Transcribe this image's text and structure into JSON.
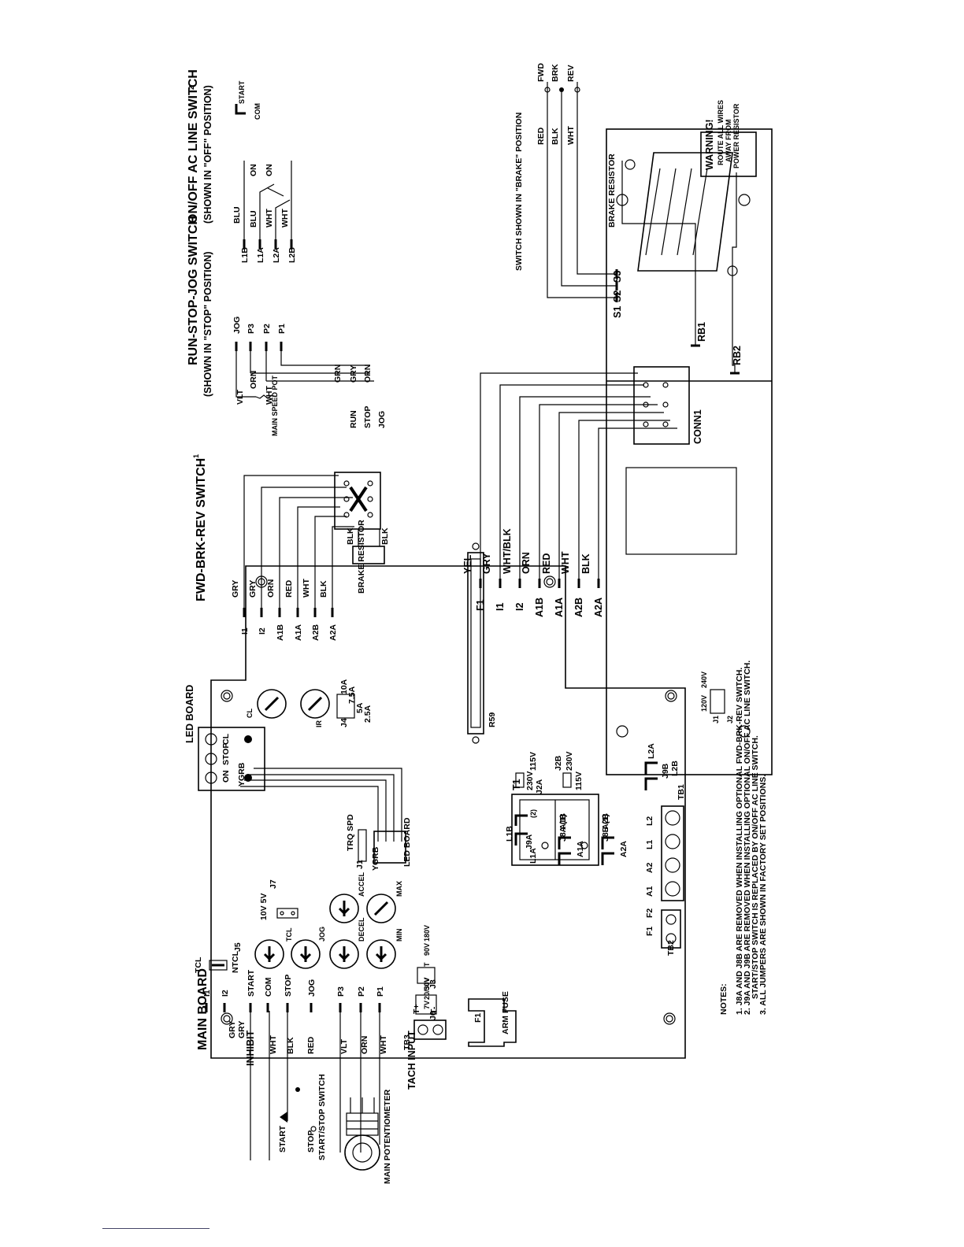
{
  "main_board": {
    "title": "MAIN BOARD",
    "led_board_title": "LED BOARD",
    "led_board_conn": "LED BOARD",
    "led_labels": [
      "ON",
      "STOP",
      "CL"
    ],
    "led_wire_letters": "YGRB",
    "led_conn_letters": "YGRB",
    "trq_spd": "TRQ SPD",
    "j1": "J1",
    "j4_label": "J4",
    "j4_options": [
      "10A",
      "7.5A",
      "5A",
      "2.5A"
    ],
    "j5": "J5",
    "tcl": "TCL",
    "ntcl": "NTCL",
    "j7": "J7",
    "j7_options": "10V 5V",
    "pots": [
      "TCL",
      "JOG",
      "DECEL",
      "ACCEL",
      "MIN",
      "MAX",
      "CL",
      "IR"
    ],
    "j3": "J3",
    "j3_options": [
      "180V",
      "90V",
      "T"
    ],
    "j6": "J6",
    "j6_options": [
      "50V",
      "20/30V",
      "7V"
    ],
    "tb3": "TB3",
    "tb3_terms": [
      "T+",
      "T-"
    ],
    "tach_input": "TACH INPUT",
    "arm_fuse": "ARM FUSE",
    "f1": "F1",
    "t1": "T1",
    "r59": "R59",
    "tb2": "TB2",
    "tb2_terms": [
      "F1",
      "F2"
    ],
    "tb1": "TB1",
    "tb1_terms": [
      "A1",
      "A2",
      "L1",
      "L2"
    ],
    "j2a": "J2A",
    "j2a_options": [
      "115V",
      "230V"
    ],
    "j2b": "J2B",
    "j2b_options": [
      "230V",
      "115V"
    ],
    "j2a_marker": "(2)",
    "j9a": "J9A",
    "j9a_terms": [
      "L1B",
      "L1A"
    ],
    "j8a": "J8A (1)",
    "j8a_terms": [
      "A1B",
      "A1A"
    ],
    "j8b": "J8B (1)",
    "j8b_terms": [
      "A2B",
      "A2A"
    ],
    "j9b": "J9B",
    "j9b_terms": [
      "L2A",
      "L2B"
    ],
    "left_terms": [
      "I1",
      "I2",
      "START",
      "COM",
      "STOP",
      "JOG",
      "P3",
      "P2",
      "P1"
    ],
    "inhibit": "INHIBIT",
    "gry": "GRY",
    "wire_colors_left": [
      "WHT",
      "BLK",
      "RED",
      "VLT",
      "ORN",
      "WHT"
    ],
    "start_label": "START",
    "stop_label": "STOP",
    "start_stop_switch": "START/STOP SWITCH",
    "main_pot": "MAIN POTENTIOMETER"
  },
  "notes": {
    "title": "NOTES:",
    "lines": [
      "1. J8A AND J8B ARE REMOVED WHEN INSTALLING OPTIONAL FWD-BRK-REV SWITCH.",
      "2. J9A AND J9B ARE REMOVED WHEN INSTALLING OPTIONAL ON/OFF AC LINE SWITCH.",
      "START/STOP SWITCH IS REPLACED BY ON/OFF AC LINE SWITCH.",
      "3. ALL JUMPERS ARE SHOWN IN FACTORY SET POSITIONS."
    ]
  },
  "fwd_switch": {
    "title": "FWD-BRK-REV SWITCH",
    "sup": "1",
    "terms": [
      "I1",
      "I2",
      "A1B",
      "A1A",
      "A2B",
      "A2A"
    ],
    "wires": [
      "GRY",
      "GRY",
      "ORN",
      "RED",
      "WHT",
      "BLK"
    ],
    "blk": "BLK",
    "brake_resistor": "BRAKE RESISTOR"
  },
  "run_switch": {
    "title": "RUN-STOP-JOG SWITCH",
    "subtitle": "(SHOWN IN \"STOP\" POSITION)",
    "terms": [
      "JOG",
      "P3",
      "P2",
      "P1"
    ],
    "wires": [
      "VLT",
      "ORN",
      "WHT"
    ],
    "right_wires": [
      "ORN",
      "GRY",
      "GRN"
    ],
    "main_speed_pot": "MAIN SPEED POT",
    "positions": [
      "RUN",
      "STOP",
      "JOG"
    ]
  },
  "ac_switch": {
    "title": "ON/OFF AC LINE SWITCH",
    "sup": "2",
    "subtitle": "(SHOWN IN \"OFF\" POSITION)",
    "terms": [
      "L1B",
      "L1A",
      "L2A",
      "L2B"
    ],
    "wires": [
      "BLU",
      "BLU",
      "WHT",
      "WHT"
    ],
    "on": "ON",
    "start": "START",
    "com": "COM"
  },
  "brake_module": {
    "left_terms": [
      "F1",
      "I1",
      "I2",
      "A1B",
      "A1A",
      "A2B",
      "A2A"
    ],
    "left_wires": [
      "YEL",
      "GRY",
      "WHT/BLK",
      "ORN",
      "RED",
      "WHT",
      "BLK"
    ],
    "switch_note": "SWITCH SHOWN IN \"BRAKE\" POSITION",
    "switch_wires": [
      "RED",
      "BLK",
      "WHT"
    ],
    "switch_pos": [
      "FWD",
      "BRK",
      "REV"
    ],
    "s_terms": [
      "S1",
      "S2",
      "S3"
    ],
    "rb_terms": [
      "RB1",
      "RB2"
    ],
    "conn1": "CONN1",
    "j1": "J1",
    "j2": "J2",
    "jv": [
      "120V",
      "240V"
    ],
    "brake_resistor": "BRAKE RESISTOR",
    "warning_title": "WARNING!",
    "warning_lines": [
      "ROUTE ALL WIRES",
      "AWAY FROM",
      "POWER RESISTOR"
    ]
  }
}
